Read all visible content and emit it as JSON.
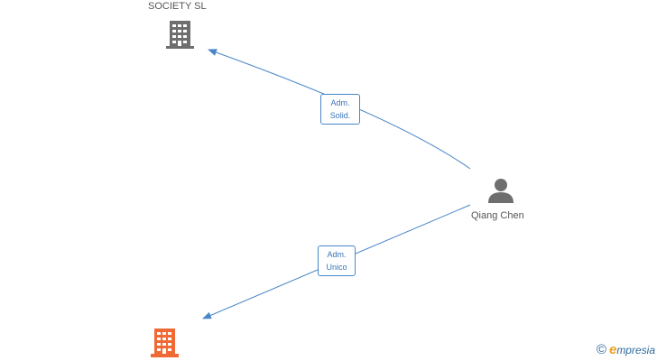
{
  "nodes": {
    "company_top": {
      "label": "SOCIETY  SL",
      "icon": "building-icon",
      "color": "#6e6e6e"
    },
    "person": {
      "label": "Qiang Chen",
      "icon": "person-icon",
      "color": "#6e6e6e"
    },
    "company_bottom": {
      "label": "",
      "icon": "building-icon",
      "color": "#f06a35"
    }
  },
  "edges": [
    {
      "from": "person",
      "to": "company_top",
      "label_line1": "Adm.",
      "label_line2": "Solid."
    },
    {
      "from": "person",
      "to": "company_bottom",
      "label_line1": "Adm.",
      "label_line2": "Unico"
    }
  ],
  "colors": {
    "edge": "#4a86c8",
    "accent": "#f06a35",
    "node_gray": "#6e6e6e"
  },
  "watermark": {
    "copyright": "©",
    "brand_first": "e",
    "brand_rest": "mpresia"
  }
}
